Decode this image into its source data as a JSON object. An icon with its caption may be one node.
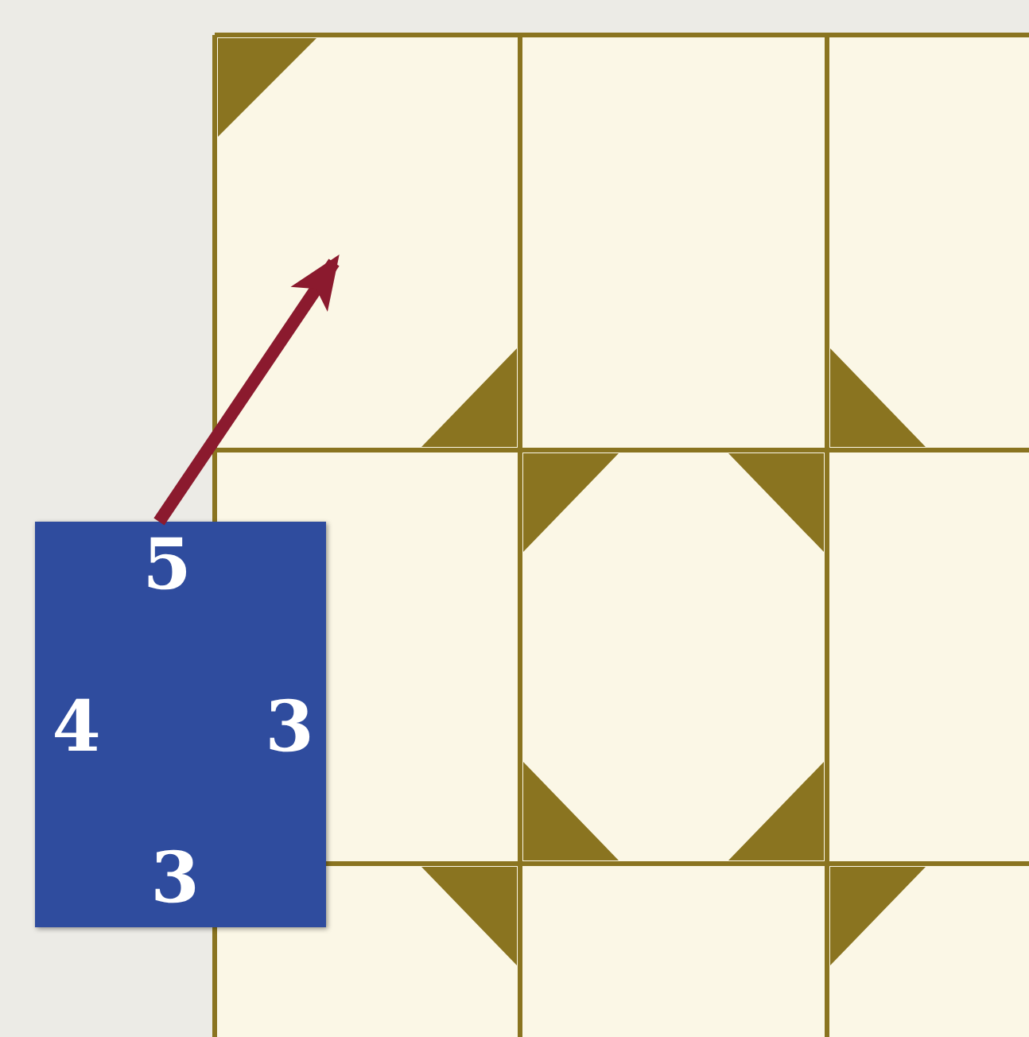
{
  "diagram": {
    "nodes": [
      {
        "text": [
          "5",
          "4",
          "3",
          "3"
        ]
      },
      {
        "text": [],
        "shape": "box"
      }
    ],
    "edges": [
      {
        "from": 0,
        "to": 1,
        "arrow": "to",
        "color": "#8b1a2e"
      }
    ]
  }
}
